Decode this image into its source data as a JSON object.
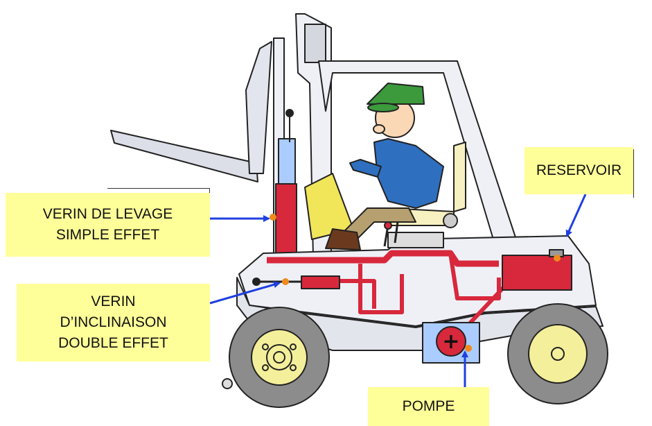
{
  "labels": {
    "reservoir": "RESERVOIR",
    "verin_levage": {
      "line1": "VERIN DE LEVAGE",
      "line2": "SIMPLE EFFET"
    },
    "verin_inclinaison": {
      "line1": "VERIN",
      "line2": "D’INCLINAISON",
      "line3": "DOUBLE EFFET"
    },
    "pompe": "POMPE",
    "pump_symbol": "+"
  },
  "colors": {
    "label_background": "#ffff99",
    "arrow": "#1f3fe0",
    "hydraulic_circuit": "#d8283c",
    "marker_dot": "#f08a1a",
    "tank_box": "#aaccff",
    "truck_body": "#eef0f6",
    "tire": "#8c8c8c",
    "rim": "#f4ef9a"
  },
  "icons": [
    "forklift-illustration",
    "driver-figure",
    "arrow-icon",
    "marker-dot-icon"
  ]
}
